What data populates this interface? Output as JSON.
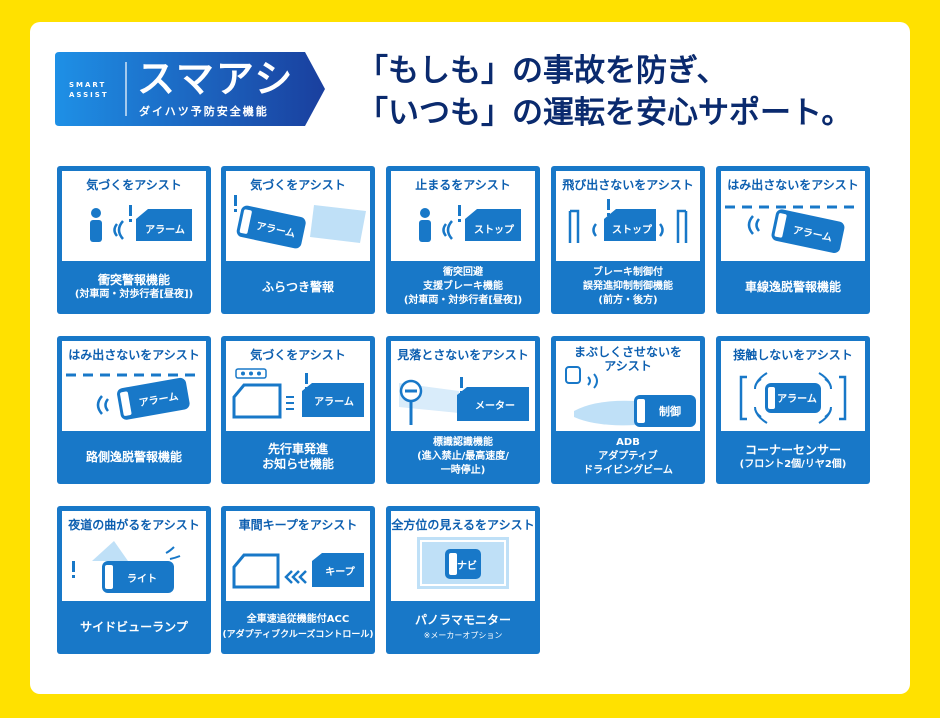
{
  "logo": {
    "smart": "SMART",
    "assist": "ASSIST",
    "name": "スマアシ",
    "tagline": "ダイハツ予防安全機能"
  },
  "headline": {
    "line1": "「もしも」の事故を防ぎ、",
    "line2": "「いつも」の運転を安心サポート。"
  },
  "colors": {
    "background": "#ffe100",
    "card": "#1878c8",
    "headline": "#0a2a6e",
    "accent": "#0d5fb0"
  },
  "cards": [
    {
      "category": "気づくをアシスト",
      "tag": "アラーム",
      "lines": [
        "衝突警報機能",
        "(対車両・対歩行者[昼夜])"
      ]
    },
    {
      "category": "気づくをアシスト",
      "tag": "アラーム",
      "lines": [
        "ふらつき警報"
      ]
    },
    {
      "category": "止まるをアシスト",
      "tag": "ストップ",
      "lines": [
        "衝突回避",
        "支援ブレーキ機能",
        "(対車両・対歩行者[昼夜])"
      ]
    },
    {
      "category": "飛び出さないをアシスト",
      "tag": "ストップ",
      "lines": [
        "ブレーキ制御付",
        "誤発進抑制制御機能",
        "(前方・後方)"
      ]
    },
    {
      "category": "はみ出さないをアシスト",
      "tag": "アラーム",
      "lines": [
        "車線逸脱警報機能"
      ]
    },
    {
      "category": "はみ出さないをアシスト",
      "tag": "アラーム",
      "lines": [
        "路側逸脱警報機能"
      ]
    },
    {
      "category": "気づくをアシスト",
      "tag": "アラーム",
      "lines": [
        "先行車発進",
        "お知らせ機能"
      ]
    },
    {
      "category": "見落とさないをアシスト",
      "tag": "メーター",
      "lines": [
        "標識認識機能",
        "(進入禁止/最高速度/",
        "一時停止)"
      ]
    },
    {
      "category": "まぶしくさせないを",
      "category2": "アシスト",
      "tag": "制御",
      "lines": [
        "ADB",
        "アダプティブ",
        "ドライビングビーム"
      ]
    },
    {
      "category": "接触しないをアシスト",
      "tag": "アラーム",
      "lines": [
        "コーナーセンサー",
        "(フロント2個/リヤ2個)"
      ]
    },
    {
      "category": "夜道の曲がるをアシスト",
      "tag": "ライト",
      "lines": [
        "サイドビューランプ"
      ]
    },
    {
      "category": "車間キープをアシスト",
      "tag": "キープ",
      "lines": [
        "全車速追従機能付ACC",
        "(アダプティブクルーズコントロール)"
      ]
    },
    {
      "category": "全方位の見えるをアシスト",
      "tag": "ナビ",
      "lines": [
        "パノラマモニター"
      ],
      "note": "※メーカーオプション"
    }
  ]
}
